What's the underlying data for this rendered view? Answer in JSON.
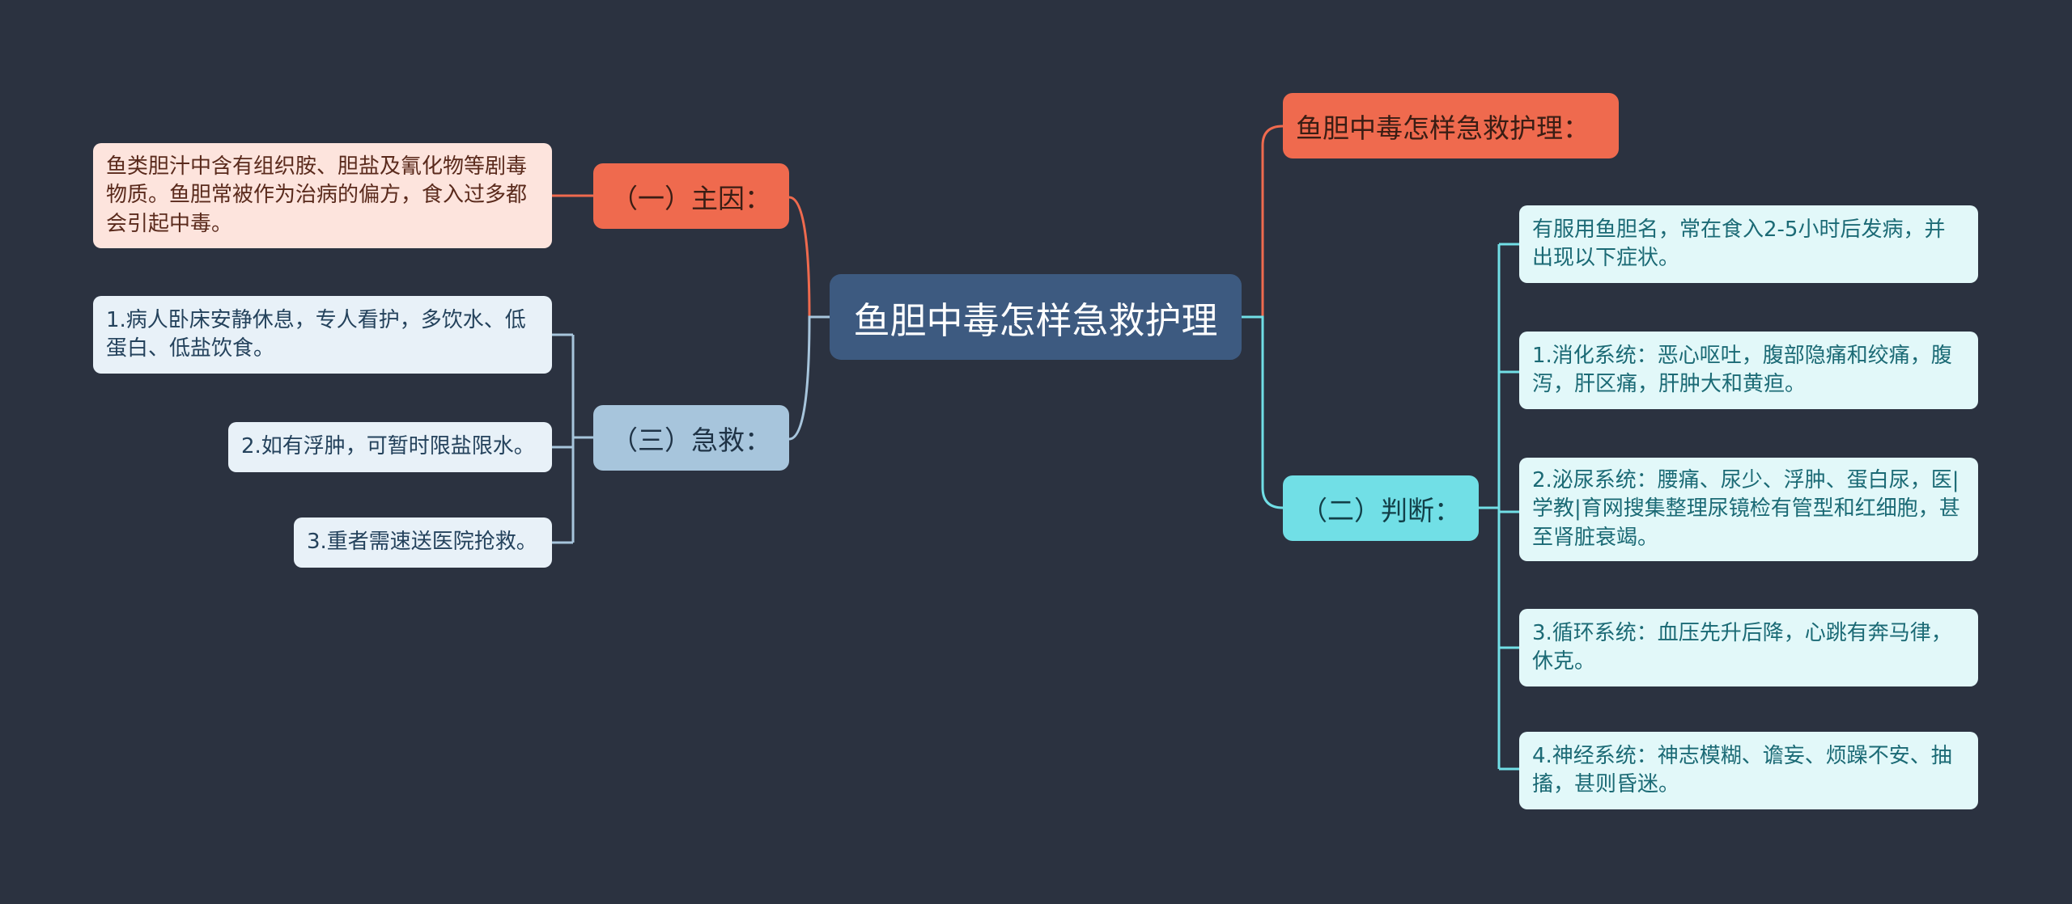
{
  "colors": {
    "background": "#2b3240",
    "root": "#3d5a80",
    "red_branch": "#ef6a4e",
    "blue_branch": "#a7c5dc",
    "cyan_branch": "#71dfe6"
  },
  "root": {
    "label": "鱼胆中毒怎样急救护理"
  },
  "branches": {
    "title": {
      "label": "鱼胆中毒怎样急救护理："
    },
    "cause": {
      "label": "（一）主因：",
      "leaf": "鱼类胆汁中含有组织胺、胆盐及氰化物等剧毒物质。鱼胆常被作为治病的偏方，食入过多都会引起中毒。"
    },
    "aid": {
      "label": "（三）急救：",
      "leaves": [
        "1.病人卧床安静休息，专人看护，多饮水、低蛋白、低盐饮食。",
        "2.如有浮肿，可暂时限盐限水。",
        "3.重者需速送医院抢救。"
      ]
    },
    "diagnosis": {
      "label": "（二）判断：",
      "leaves": [
        "有服用鱼胆名，常在食入2-5小时后发病，并出现以下症状。",
        "1.消化系统：恶心呕吐，腹部隐痛和绞痛，腹泻，肝区痛，肝肿大和黄疸。",
        "2.泌尿系统：腰痛、尿少、浮肿、蛋白尿，医|学教|育网搜集整理尿镜检有管型和红细胞，甚至肾脏衰竭。",
        "3.循环系统：血压先升后降，心跳有奔马律，休克。",
        "4.神经系统：神志模糊、谵妄、烦躁不安、抽搐，甚则昏迷。"
      ]
    }
  }
}
